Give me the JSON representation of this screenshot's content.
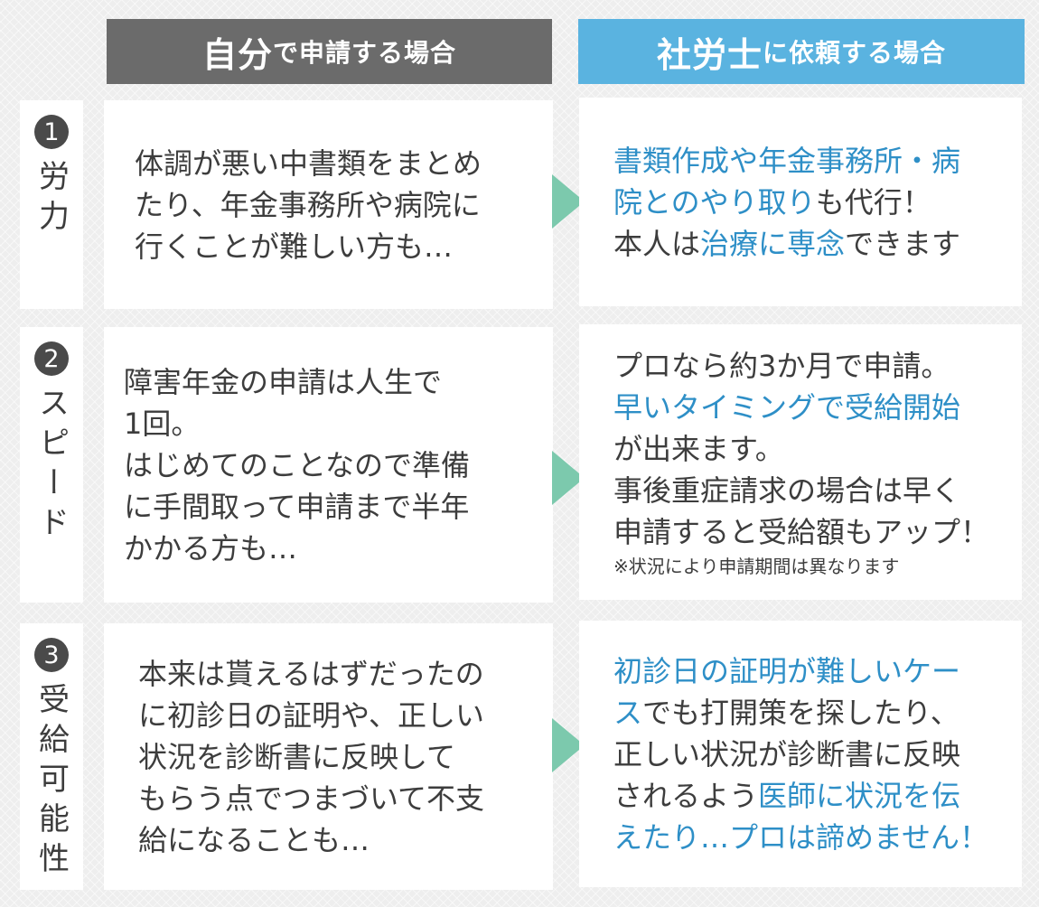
{
  "headers": {
    "self": {
      "main": "自分",
      "rest": "で申請する場合"
    },
    "sr": {
      "main": "社労士",
      "rest": "に依頼する場合"
    }
  },
  "rows": [
    {
      "number": "1",
      "label": "労力",
      "self_lines": [
        "体調が悪い中書類をまとめ",
        "たり、年金事務所や病院に",
        "行くことが難しい方も…"
      ],
      "sr_lines": [
        [
          {
            "t": "書類作成や年金事務所・病",
            "hl": true
          }
        ],
        [
          {
            "t": "院とのやり取り",
            "hl": true
          },
          {
            "t": "も代行！",
            "hl": false
          }
        ],
        [
          {
            "t": "本人は",
            "hl": false
          },
          {
            "t": "治療に専念",
            "hl": true
          },
          {
            "t": "できます",
            "hl": false
          }
        ]
      ]
    },
    {
      "number": "2",
      "label": "スピード",
      "self_lines": [
        "障害年金の申請は人生で",
        "1回。",
        "はじめてのことなので準備",
        "に手間取って申請まで半年",
        "かかる方も…"
      ],
      "sr_lines": [
        [
          {
            "t": "プロなら約3か月で申請。",
            "hl": false
          }
        ],
        [
          {
            "t": "早いタイミングで受給開始",
            "hl": true
          }
        ],
        [
          {
            "t": "が出来ます。",
            "hl": false
          }
        ],
        [
          {
            "t": "事後重症請求の場合は早く",
            "hl": false
          }
        ],
        [
          {
            "t": "申請すると受給額もアップ！",
            "hl": false
          }
        ]
      ],
      "sr_note": "※状況により申請期間は異なります"
    },
    {
      "number": "3",
      "label": "受給可能性",
      "self_lines": [
        "本来は貰えるはずだったの",
        "に初診日の証明や、正しい",
        "状況を診断書に反映して",
        "もらう点でつまづいて不支",
        "給になることも…"
      ],
      "sr_lines": [
        [
          {
            "t": "初診日の証明が難しいケー",
            "hl": true
          }
        ],
        [
          {
            "t": "ス",
            "hl": true
          },
          {
            "t": "でも打開策を探したり、",
            "hl": false
          }
        ],
        [
          {
            "t": "正しい状況が診断書に反映",
            "hl": false
          }
        ],
        [
          {
            "t": "されるよう",
            "hl": false
          },
          {
            "t": "医師に状況を伝",
            "hl": true
          }
        ],
        [
          {
            "t": "えたり…プロは諦めません！",
            "hl": true
          }
        ]
      ]
    }
  ]
}
